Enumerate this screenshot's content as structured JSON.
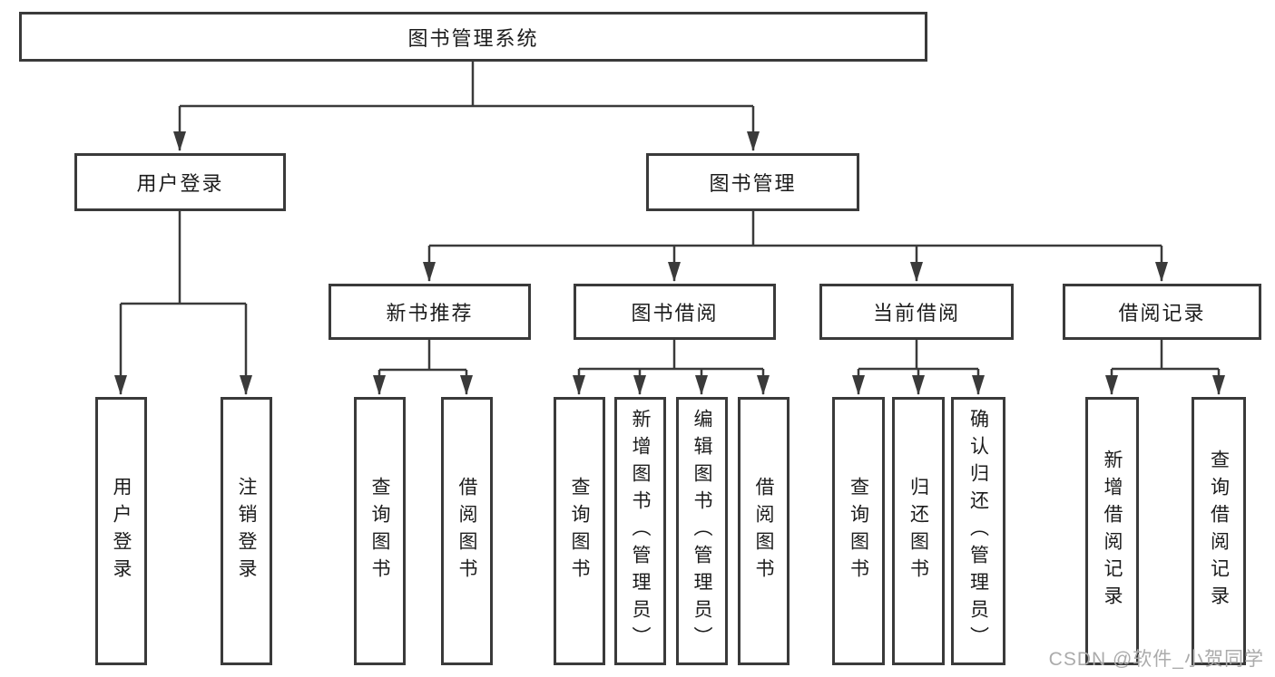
{
  "tree": {
    "root": {
      "label": "图书管理系统"
    },
    "level2": [
      {
        "label": "用户登录",
        "children": [
          {
            "label": "用户登录"
          },
          {
            "label": "注销登录"
          }
        ]
      },
      {
        "label": "图书管理",
        "children": [
          {
            "label": "新书推荐",
            "children": [
              {
                "label": "查询图书"
              },
              {
                "label": "借阅图书"
              }
            ]
          },
          {
            "label": "图书借阅",
            "children": [
              {
                "label": "查询图书"
              },
              {
                "label": "新增图书（管理员）"
              },
              {
                "label": "编辑图书（管理员）"
              },
              {
                "label": "借阅图书"
              }
            ]
          },
          {
            "label": "当前借阅",
            "children": [
              {
                "label": "查询图书"
              },
              {
                "label": "归还图书"
              },
              {
                "label": "确认归还（管理员）"
              }
            ]
          },
          {
            "label": "借阅记录",
            "children": [
              {
                "label": "新增借阅记录"
              },
              {
                "label": "查询借阅记录"
              }
            ]
          }
        ]
      }
    ]
  },
  "watermark": {
    "text": "CSDN @软件_小贺同学"
  },
  "colors": {
    "line": "#3a3a3a",
    "box_border": "#3a3a3a",
    "text": "#1c1c1c",
    "background": "#ffffff",
    "watermark": "#ababab"
  }
}
